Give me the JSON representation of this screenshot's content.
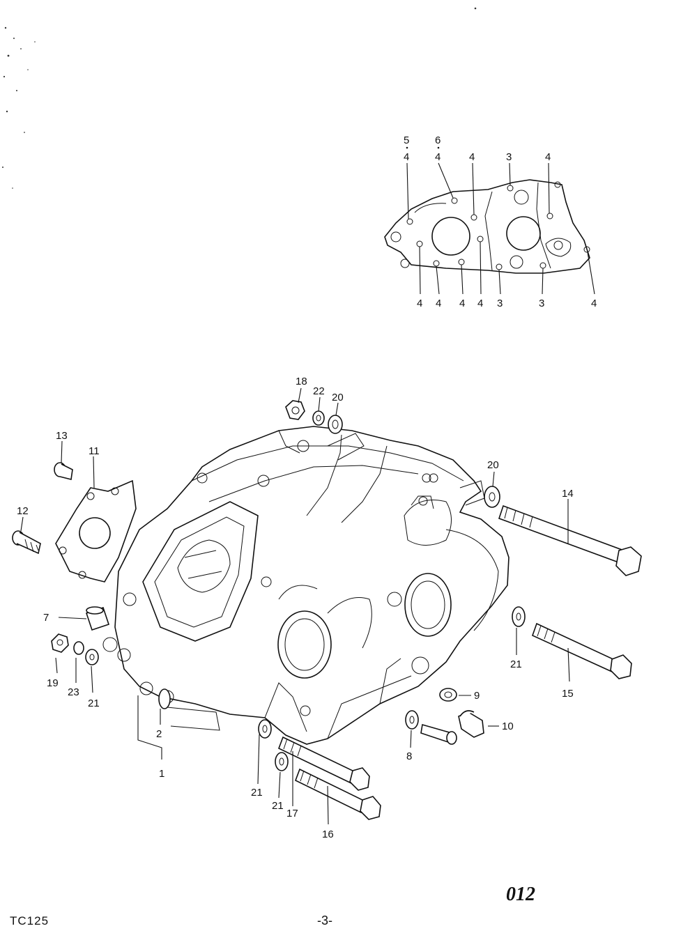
{
  "inset": {
    "callouts_top": [
      "5",
      "4",
      "6",
      "4",
      "4",
      "3",
      "4"
    ],
    "callouts_bottom": [
      "4",
      "4",
      "4",
      "4",
      "3",
      "3",
      "4"
    ]
  },
  "main": {
    "callouts": [
      "18",
      "22",
      "20",
      "13",
      "11",
      "12",
      "20",
      "14",
      "7",
      "19",
      "23",
      "21",
      "21",
      "15",
      "9",
      "10",
      "2",
      "8",
      "1",
      "21",
      "21",
      "17",
      "16"
    ]
  },
  "footer": {
    "model": "TC125",
    "page": "-3-",
    "figure_code": "012"
  }
}
